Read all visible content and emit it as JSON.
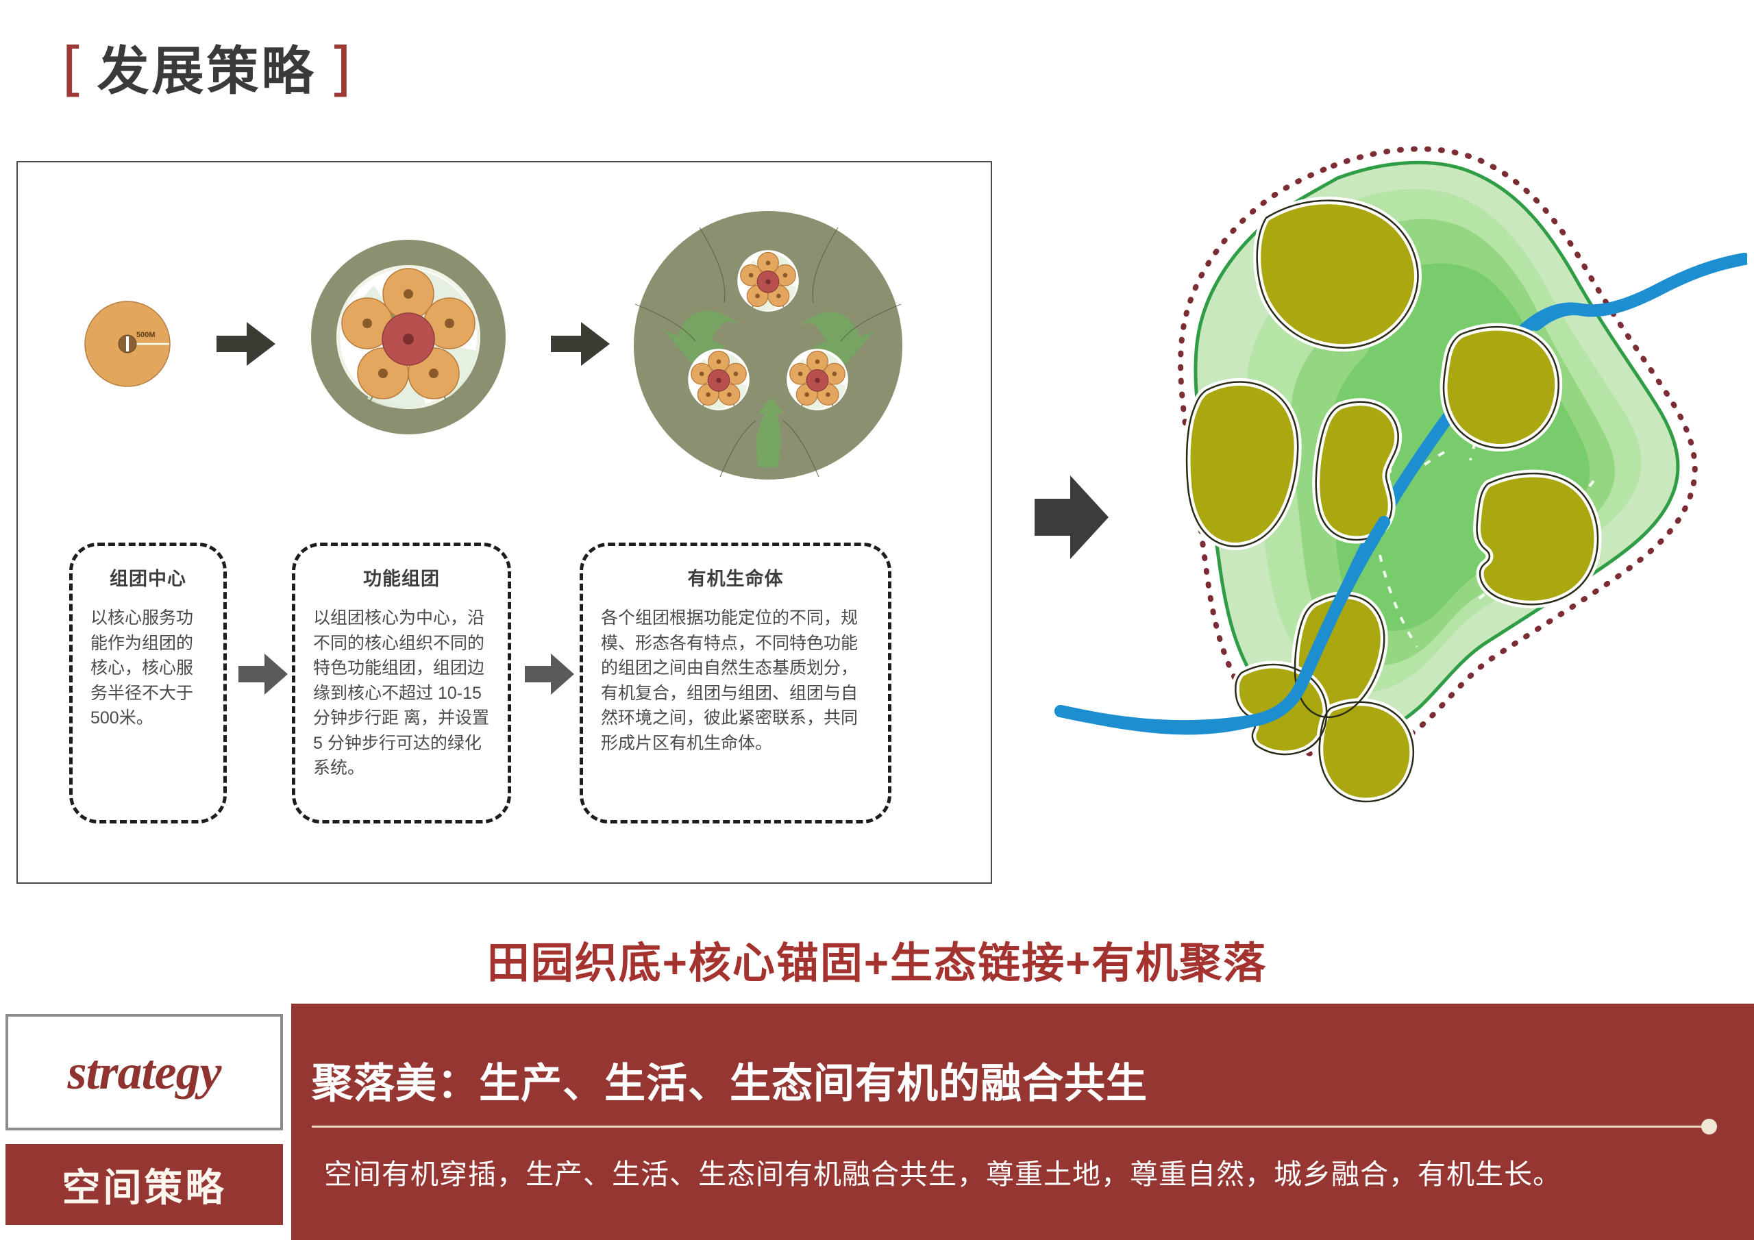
{
  "title": {
    "bracket_left": "[",
    "text": "发展策略",
    "bracket_right": "]"
  },
  "evolution": {
    "step1": {
      "radius_label": "500M",
      "icon": "single-core-circle"
    },
    "arrow1": "right-arrow-icon",
    "step2": {
      "icon": "cluster-circle"
    },
    "arrow2": "right-arrow-icon",
    "step3": {
      "icon": "multi-cluster-circle"
    }
  },
  "definitions": [
    {
      "title": "组团中心",
      "body": "以核心服务功能作为组团的核心，核心服务半径不大于500米。"
    },
    {
      "title": "功能组团",
      "body": "以组团核心为中心，沿不同的核心组织不同的特色功能组团，组团边缘到核心不超过 10-15 分钟步行距 离，并设置 5 分钟步行可达的绿化系统。"
    },
    {
      "title": "有机生命体",
      "body": "各个组团根据功能定位的不同，规模、形态各有特点，不同特色功能的组团之间由自然生态基质划分，有机复合，组团与组团、组团与自然环境之间，彼此紧密联系，共同形成片区有机生命体。"
    }
  ],
  "transition_arrow": "right-arrow-icon",
  "map": {
    "icon": "site-plan-map",
    "colors": {
      "boundary_dotted": "#7b2d33",
      "boundary_solid": "#2f9c46",
      "green_light": "#c9e8bd",
      "green_mid": "#a9dd92",
      "green_core": "#72c965",
      "patch": "#aaa711",
      "river": "#1d8fd1"
    }
  },
  "tagline": "田园织底+核心锚固+生态链接+有机聚落",
  "bottom": {
    "strategy_label": "strategy",
    "space_strategy_label": "空间策略",
    "headline": "聚落美：生产、生活、生态间有机的融合共生",
    "subtext": "空间有机穿插，生产、生活、生态间有机融合共生，尊重土地，尊重自然，城乡融合，有机生长。"
  },
  "colors": {
    "brand_red": "#963632",
    "title_red": "#9c3b35",
    "title_gray": "#3a3a3a",
    "arrow_gray": "#595959",
    "ring_olive": "#8b9070",
    "node_orange": "#e0a254",
    "node_red": "#b8504f"
  }
}
